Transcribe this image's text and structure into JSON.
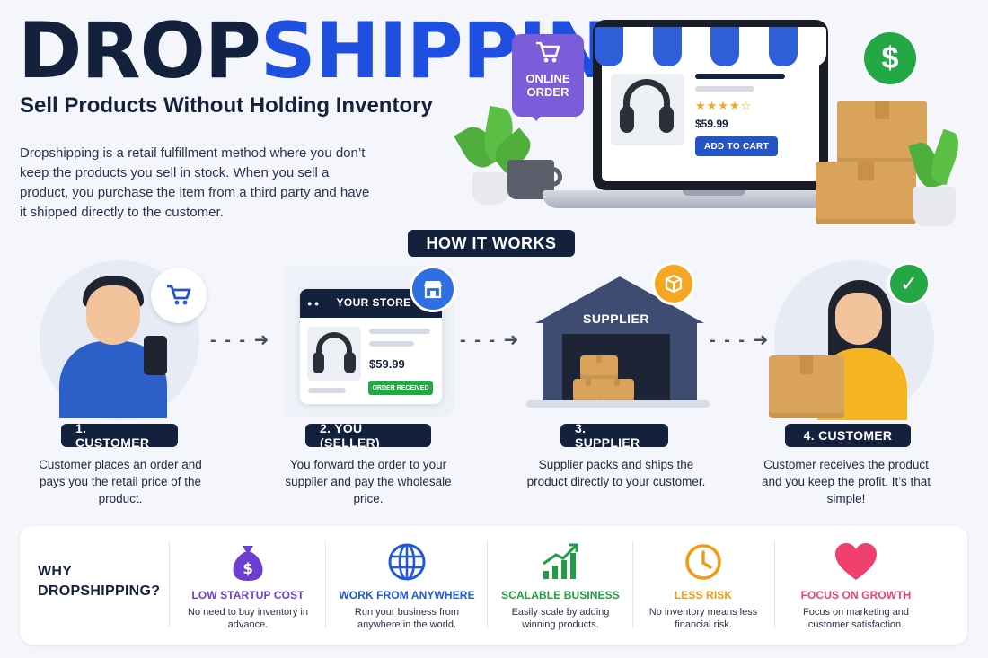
{
  "header": {
    "title_part1": "DROP",
    "title_part2": "SHIPPING",
    "subtitle": "Sell Products Without Holding Inventory",
    "intro": "Dropshipping is a retail fulfillment method where you don’t keep the products you sell in stock. When you sell a product, you purchase the item from a third party and have it shipped directly to the customer."
  },
  "hero": {
    "tag_line1": "ONLINE",
    "tag_line2": "ORDER",
    "cart_icon": "shopping-cart-icon",
    "rating_stars": "★★★★☆",
    "price": "$59.99",
    "button_label": "ADD TO CART",
    "dollar_symbol": "$"
  },
  "how_it_works": {
    "label": "HOW IT WORKS",
    "steps": [
      {
        "label": "1. CUSTOMER",
        "desc": "Customer places an order and pays you the retail price of the product."
      },
      {
        "label": "2. YOU (SELLER)",
        "desc": "You forward the order to your supplier and pay the wholesale price."
      },
      {
        "label": "3. SUPPLIER",
        "desc": "Supplier packs and ships the product directly to your customer."
      },
      {
        "label": "4. CUSTOMER",
        "desc": "Customer receives the product and you keep the profit. It’s that simple!"
      }
    ],
    "store": {
      "title": "YOUR STORE",
      "price": "$59.99",
      "status": "ORDER RECEIVED"
    },
    "supplier_label": "SUPPLIER"
  },
  "why": {
    "title_line1": "WHY",
    "title_line2": "DROPSHIPPING?",
    "items": [
      {
        "title": "LOW STARTUP COST",
        "desc": "No need to buy inventory in advance.",
        "color": "#6a3fd1",
        "icon": "money-bag-icon"
      },
      {
        "title": "WORK FROM ANYWHERE",
        "desc": "Run your business from anywhere in the world.",
        "color": "#2058d8",
        "icon": "globe-icon"
      },
      {
        "title": "SCALABLE BUSINESS",
        "desc": "Easily scale by adding winning products.",
        "color": "#1e9d43",
        "icon": "growth-chart-icon"
      },
      {
        "title": "LESS RISK",
        "desc": "No inventory means less financial risk.",
        "color": "#f29a12",
        "icon": "clock-icon"
      },
      {
        "title": "FOCUS ON GROWTH",
        "desc": "Focus on marketing and customer satisfaction.",
        "color": "#ee3f6d",
        "icon": "heart-icon"
      }
    ]
  },
  "colors": {
    "navy": "#14213d",
    "brand_blue": "#1f4fe0",
    "green": "#23a845"
  }
}
